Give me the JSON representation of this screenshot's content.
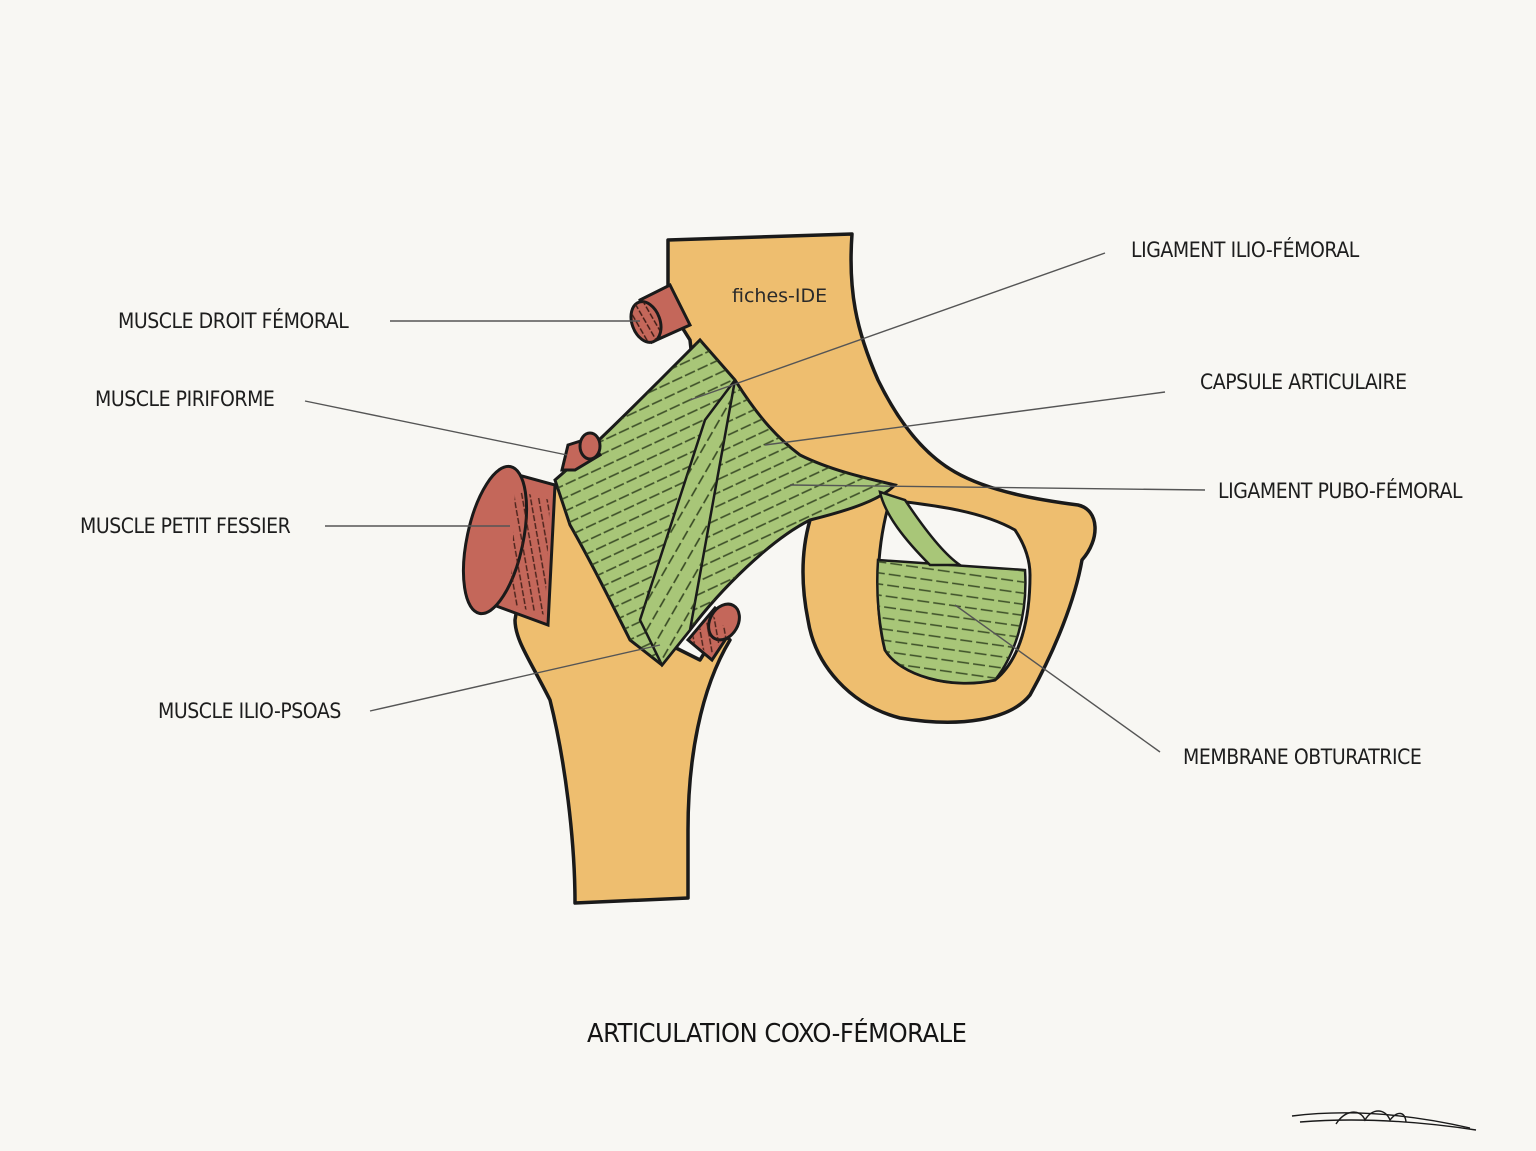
{
  "diagram": {
    "title": "ARTICULATION COXO-FÉMORALE",
    "watermark": "fiches-IDE",
    "signature": "Léana",
    "labels": {
      "muscle_droit_femoral": "MUSCLE DROIT FÉMORAL",
      "muscle_piriforme": "MUSCLE PIRIFORME",
      "muscle_petit_fessier": "MUSCLE PETIT FESSIER",
      "muscle_ilio_psoas": "MUSCLE ILIO-PSOAS",
      "ligament_ilio_femoral": "LIGAMENT ILIO-FÉMORAL",
      "capsule_articulaire": "CAPSULE ARTICULAIRE",
      "ligament_pubo_femoral": "LIGAMENT PUBO-FÉMORAL",
      "membrane_obturatrice": "MEMBRANE OBTURATRICE"
    },
    "colors": {
      "background": "#f8f7f3",
      "bone": "#eebe6f",
      "ligament": "#a8c678",
      "muscle": "#c4675a",
      "outline": "#1a1a1a",
      "leader": "#555555"
    }
  }
}
